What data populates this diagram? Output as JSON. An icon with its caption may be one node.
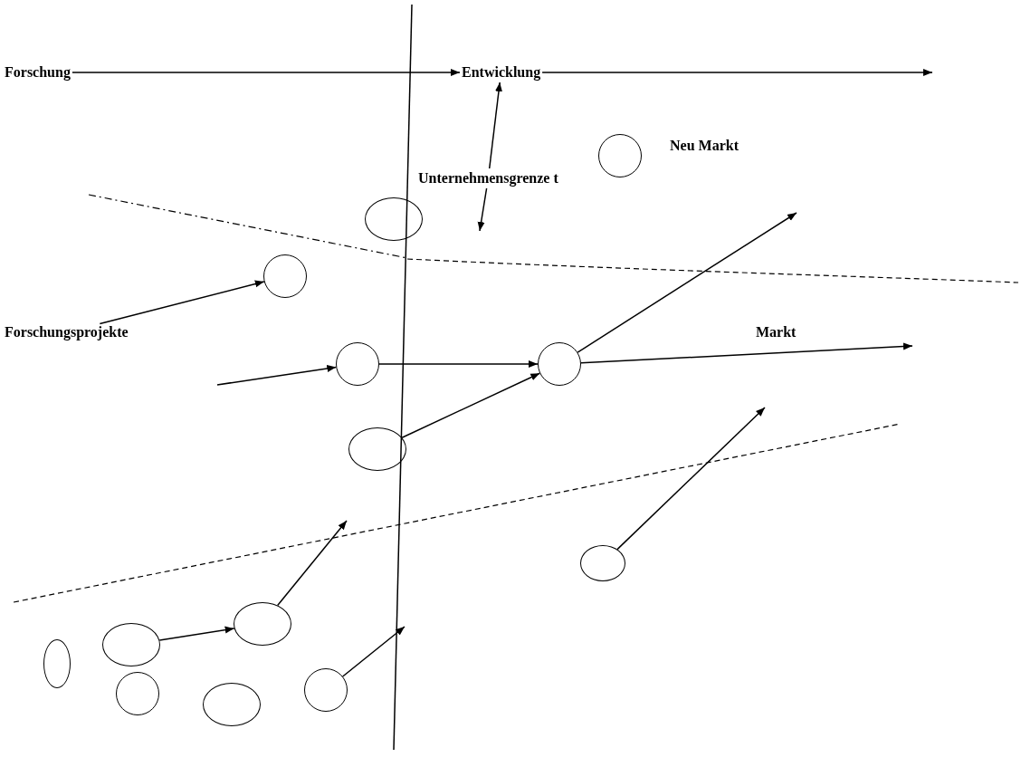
{
  "diagram": {
    "nodes": [
      {
        "text": [
          "Forschung"
        ]
      },
      {
        "text": [
          "Entwicklung"
        ]
      },
      {
        "text": [],
        "shape": "circle"
      },
      {
        "text": [
          "Unternehmensgrenze t"
        ]
      },
      {
        "text": [],
        "shape": "ellipse"
      },
      {
        "text": [],
        "shape": "circle"
      },
      {
        "text": [
          "Forschungsprojekte"
        ]
      },
      {
        "text": [],
        "shape": "circle"
      },
      {
        "text": [],
        "shape": "circle"
      },
      {
        "text": [],
        "shape": "ellipse"
      },
      {
        "text": [],
        "shape": "ellipse"
      },
      {
        "text": [],
        "shape": "ellipse"
      },
      {
        "text": [],
        "shape": "ellipse"
      },
      {
        "text": [],
        "shape": "ellipse"
      },
      {
        "text": [],
        "shape": "circle"
      },
      {
        "text": [],
        "shape": "circle"
      },
      {
        "text": [],
        "shape": "ellipse"
      }
    ],
    "edges": [
      {
        "from": 0,
        "to": 1,
        "arrow": "to"
      },
      {
        "from": 1,
        "to": null,
        "arrow": "to"
      },
      {
        "from": 3,
        "to": 1,
        "arrow": "to"
      },
      {
        "from": 3,
        "to": null,
        "arrow": "to"
      },
      {
        "from": 6,
        "to": 5,
        "arrow": "to"
      },
      {
        "from": null,
        "to": 7,
        "arrow": "to"
      },
      {
        "from": 7,
        "to": 8,
        "arrow": "to"
      },
      {
        "from": 9,
        "to": 8,
        "arrow": "to"
      },
      {
        "from": 8,
        "to": null,
        "arrow": "to"
      },
      {
        "from": 8,
        "to": null,
        "arrow": "to",
        "label": "Markt"
      },
      {
        "from": 10,
        "to": null,
        "arrow": "to"
      },
      {
        "from": 12,
        "to": 11,
        "arrow": "to"
      },
      {
        "from": 11,
        "to": null,
        "arrow": "to"
      },
      {
        "from": 14,
        "to": null,
        "arrow": "to"
      }
    ],
    "labels": [
      "Neu Markt"
    ]
  }
}
